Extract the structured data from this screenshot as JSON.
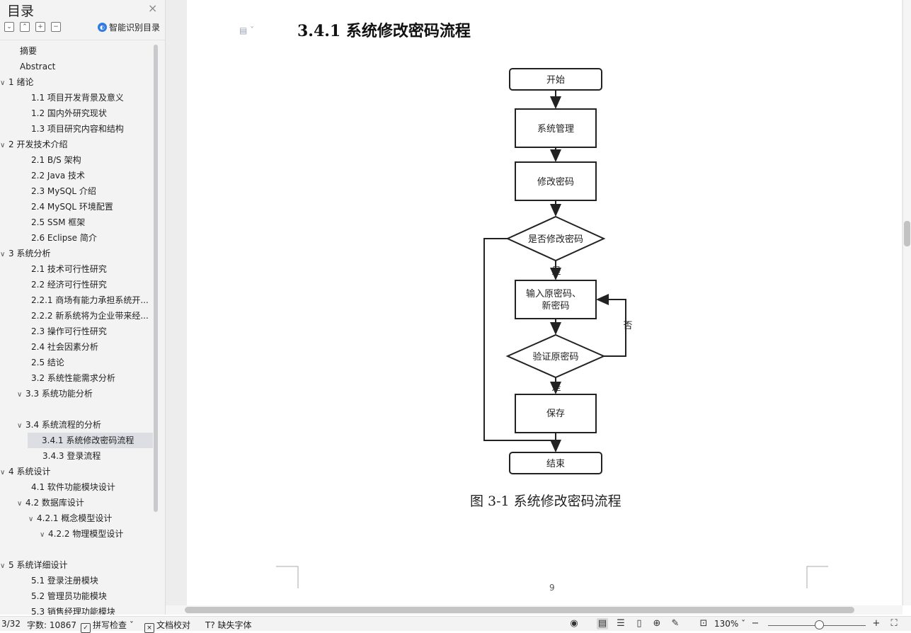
{
  "toc_panel": {
    "title": "目录",
    "close": "×",
    "smart_label": "智能识别目录",
    "items": [
      {
        "label": "摘要",
        "level": 1,
        "chev": ""
      },
      {
        "label": "Abstract",
        "level": 1,
        "chev": ""
      },
      {
        "label": "1 绪论",
        "level": 0,
        "chev": "∨"
      },
      {
        "label": "1.1 项目开发背景及意义",
        "level": 2,
        "chev": ""
      },
      {
        "label": "1.2 国内外研究现状",
        "level": 2,
        "chev": ""
      },
      {
        "label": "1.3 项目研究内容和结构",
        "level": 2,
        "chev": ""
      },
      {
        "label": "2 开发技术介绍",
        "level": 0,
        "chev": "∨"
      },
      {
        "label": "2.1 B/S 架构",
        "level": 2,
        "chev": ""
      },
      {
        "label": "2.2 Java 技术",
        "level": 2,
        "chev": ""
      },
      {
        "label": "2.3 MySQL  介绍",
        "level": 2,
        "chev": ""
      },
      {
        "label": "2.4 MySQL 环境配置",
        "level": 2,
        "chev": ""
      },
      {
        "label": "2.5 SSM 框架",
        "level": 2,
        "chev": ""
      },
      {
        "label": "2.6 Eclipse 简介",
        "level": 2,
        "chev": ""
      },
      {
        "label": "3 系统分析",
        "level": 0,
        "chev": "∨"
      },
      {
        "label": "2.1 技术可行性研究",
        "level": 2,
        "chev": ""
      },
      {
        "label": "2.2 经济可行性研究",
        "level": 2,
        "chev": ""
      },
      {
        "label": "2.2.1 商场有能力承担系统开...",
        "level": 2,
        "chev": ""
      },
      {
        "label": "2.2.2 新系统将为企业带来经...",
        "level": 2,
        "chev": ""
      },
      {
        "label": "2.3 操作可行性研究",
        "level": 2,
        "chev": ""
      },
      {
        "label": "2.4 社会因素分析",
        "level": 2,
        "chev": ""
      },
      {
        "label": "2.5 结论",
        "level": 2,
        "chev": ""
      },
      {
        "label": "3.2 系统性能需求分析",
        "level": 2,
        "chev": ""
      },
      {
        "label": "3.3 系统功能分析",
        "level": 1.5,
        "chev": "∨"
      },
      {
        "label": "",
        "level": 2,
        "chev": ""
      },
      {
        "label": "3.4 系统流程的分析",
        "level": 1.5,
        "chev": "∨"
      },
      {
        "label": "3.4.1 系统修改密码流程",
        "level": 3,
        "chev": "",
        "selected": true
      },
      {
        "label": "3.4.3  登录流程",
        "level": 3,
        "chev": ""
      },
      {
        "label": "4 系统设计",
        "level": 0,
        "chev": "∨"
      },
      {
        "label": "4.1  软件功能模块设计",
        "level": 2,
        "chev": ""
      },
      {
        "label": "4.2 数据库设计",
        "level": 1.5,
        "chev": "∨"
      },
      {
        "label": "4.2.1 概念模型设计",
        "level": 2.5,
        "chev": "∨"
      },
      {
        "label": "4.2.2 物理模型设计",
        "level": 3.5,
        "chev": "∨"
      },
      {
        "label": "",
        "level": 2,
        "chev": ""
      },
      {
        "label": "5 系统详细设计",
        "level": 0,
        "chev": "∨"
      },
      {
        "label": "5.1 登录注册模块",
        "level": 2,
        "chev": ""
      },
      {
        "label": "5.2 管理员功能模块",
        "level": 2,
        "chev": ""
      },
      {
        "label": "5.3 销售经理功能模块",
        "level": 2,
        "chev": ""
      }
    ]
  },
  "document": {
    "heading": "3.4.1 系统修改密码流程",
    "caption": "图 3-1  系统修改密码流程",
    "page_number": "9",
    "flowchart": {
      "start": "开始",
      "manage": "系统管理",
      "change": "修改密码",
      "decision1": "是否修改密码",
      "yes1": "是",
      "input_line1": "输入原密码、",
      "input_line2": "新密码",
      "no": "否",
      "decision2": "验证原密码",
      "yes2": "是",
      "save": "保存",
      "end": "结束"
    }
  },
  "status_bar": {
    "page": "3/32",
    "word_count": "字数: 10867",
    "spell_check": "拼写检查",
    "doc_check": "文档校对",
    "missing_font": "缺失字体",
    "zoom": "130%"
  }
}
